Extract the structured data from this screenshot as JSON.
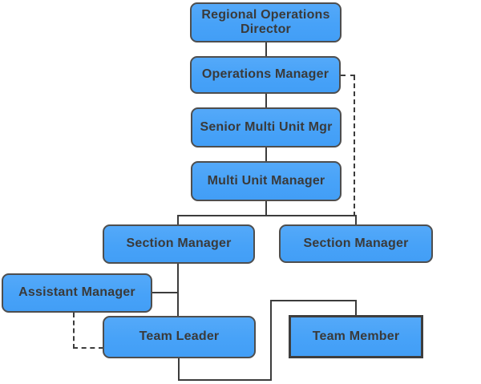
{
  "diagram": {
    "type": "org-chart",
    "background": "#ffffff",
    "colors": {
      "node_fill": "#47a2f8",
      "node_border": "#4e4e4e",
      "node_text": "#3a3a3a",
      "connector": "#3c3c3c"
    },
    "nodes": [
      {
        "id": "regional-operations-director",
        "label": "Regional Operations Director",
        "shape": "rounded"
      },
      {
        "id": "operations-manager",
        "label": "Operations Manager",
        "shape": "rounded"
      },
      {
        "id": "senior-multi-unit-mgr",
        "label": "Senior Multi Unit Mgr",
        "shape": "rounded"
      },
      {
        "id": "multi-unit-manager",
        "label": "Multi Unit Manager",
        "shape": "rounded"
      },
      {
        "id": "section-manager-left",
        "label": "Section Manager",
        "shape": "rounded"
      },
      {
        "id": "section-manager-right",
        "label": "Section Manager",
        "shape": "rounded"
      },
      {
        "id": "assistant-manager",
        "label": "Assistant Manager",
        "shape": "rounded"
      },
      {
        "id": "team-leader",
        "label": "Team Leader",
        "shape": "rounded"
      },
      {
        "id": "team-member",
        "label": "Team Member",
        "shape": "rectangle"
      }
    ],
    "edges": [
      {
        "from": "regional-operations-director",
        "to": "operations-manager",
        "style": "solid"
      },
      {
        "from": "operations-manager",
        "to": "senior-multi-unit-mgr",
        "style": "solid"
      },
      {
        "from": "senior-multi-unit-mgr",
        "to": "multi-unit-manager",
        "style": "solid"
      },
      {
        "from": "multi-unit-manager",
        "to": "section-manager-left",
        "style": "solid"
      },
      {
        "from": "multi-unit-manager",
        "to": "section-manager-right",
        "style": "solid"
      },
      {
        "from": "operations-manager",
        "to": "section-manager-right",
        "style": "dashed"
      },
      {
        "from": "section-manager-left",
        "to": "team-leader",
        "style": "solid"
      },
      {
        "from": "assistant-manager",
        "to": "section-manager-left",
        "style": "solid"
      },
      {
        "from": "assistant-manager",
        "to": "team-leader",
        "style": "dashed"
      },
      {
        "from": "team-leader",
        "to": "team-member",
        "style": "solid"
      }
    ]
  }
}
